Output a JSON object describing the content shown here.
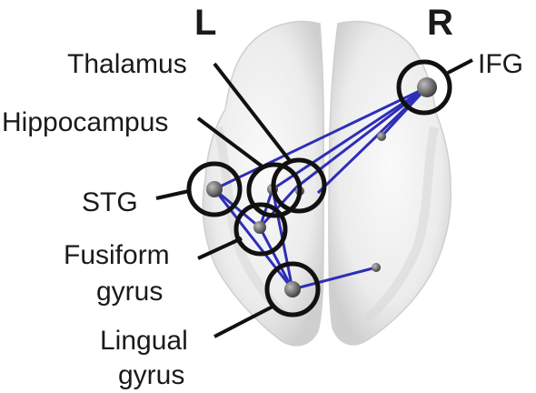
{
  "hemispheres": {
    "left": "L",
    "right": "R"
  },
  "regions": {
    "ifg": "IFG",
    "thalamus": "Thalamus",
    "hippocampus": "Hippocampus",
    "stg": "STG",
    "fusiform_line1": "Fusiform",
    "fusiform_line2": "gyrus",
    "lingual_line1": "Lingual",
    "lingual_line2": "gyrus"
  },
  "colors": {
    "connection": "#2e2eb8",
    "node": "#6f6f6f",
    "brain": "#e4e4e4",
    "circle": "#111111"
  }
}
